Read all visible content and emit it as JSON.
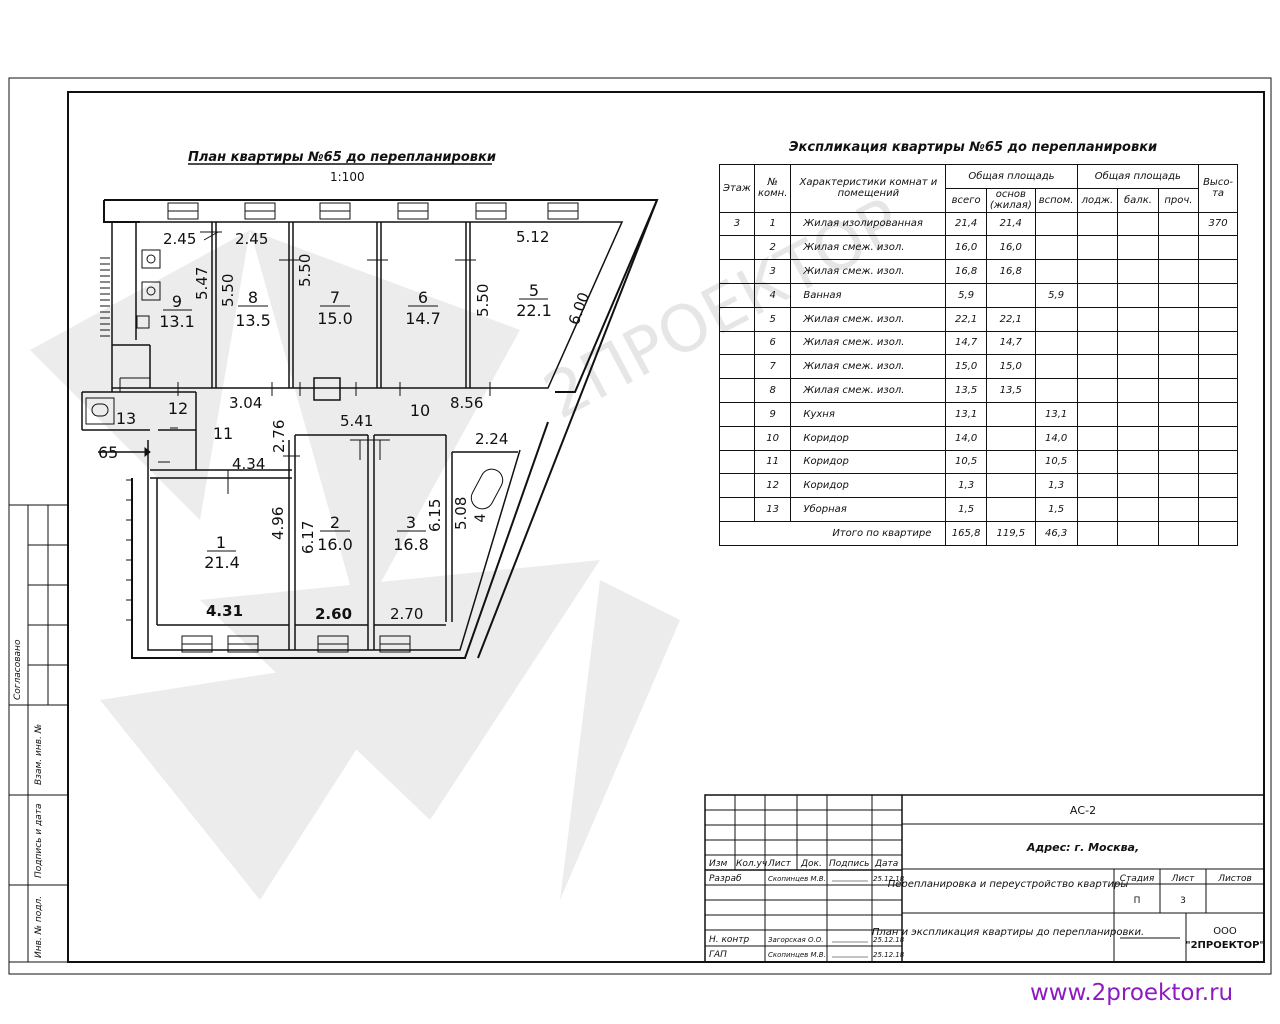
{
  "plan": {
    "title": "План квартиры №65 до перепланировки",
    "scale": "1:100",
    "apartment_number": "65",
    "rooms": [
      {
        "num": "1",
        "area": "21.4"
      },
      {
        "num": "2",
        "area": "16.0"
      },
      {
        "num": "3",
        "area": "16.8"
      },
      {
        "num": "4",
        "area": ""
      },
      {
        "num": "5",
        "area": "22.1"
      },
      {
        "num": "6",
        "area": "14.7"
      },
      {
        "num": "7",
        "area": "15.0"
      },
      {
        "num": "8",
        "area": "13.5"
      },
      {
        "num": "9",
        "area": "13.1"
      },
      {
        "num": "10",
        "area": ""
      },
      {
        "num": "11",
        "area": ""
      },
      {
        "num": "12",
        "area": ""
      },
      {
        "num": "13",
        "area": ""
      }
    ],
    "dimensions": [
      "2.45",
      "2.45",
      "5.12",
      "5.47",
      "5.50",
      "5.50",
      "5.50",
      "6.00",
      "3.04",
      "2.76",
      "5.41",
      "8.56",
      "2.24",
      "4.34",
      "4.96",
      "6.17",
      "6.15",
      "5.08",
      "4.31",
      "2.60",
      "2.70"
    ]
  },
  "explication": {
    "title": "Экспликация квартиры №65 до перепланировки",
    "headers": {
      "floor": "Этаж",
      "room_no": "№ комн.",
      "characteristics": "Характеристики комнат и помещений",
      "total_area": "Общая площадь",
      "total": "всего",
      "main_living": "основ (жилая)",
      "aux": "вспом.",
      "total_area2": "Общая площадь",
      "loggia": "лодж.",
      "balcony": "балк.",
      "other": "проч.",
      "height": "Высо- та"
    },
    "rows": [
      [
        "3",
        "1",
        "Жилая изолированная",
        "21,4",
        "21,4",
        "",
        "",
        "",
        "",
        "370"
      ],
      [
        "",
        "2",
        "Жилая смеж. изол.",
        "16,0",
        "16,0",
        "",
        "",
        "",
        "",
        ""
      ],
      [
        "",
        "3",
        "Жилая смеж. изол.",
        "16,8",
        "16,8",
        "",
        "",
        "",
        "",
        ""
      ],
      [
        "",
        "4",
        "Ванная",
        "5,9",
        "",
        "5,9",
        "",
        "",
        "",
        ""
      ],
      [
        "",
        "5",
        "Жилая смеж. изол.",
        "22,1",
        "22,1",
        "",
        "",
        "",
        "",
        ""
      ],
      [
        "",
        "6",
        "Жилая смеж. изол.",
        "14,7",
        "14,7",
        "",
        "",
        "",
        "",
        ""
      ],
      [
        "",
        "7",
        "Жилая смеж. изол.",
        "15,0",
        "15,0",
        "",
        "",
        "",
        "",
        ""
      ],
      [
        "",
        "8",
        "Жилая смеж. изол.",
        "13,5",
        "13,5",
        "",
        "",
        "",
        "",
        ""
      ],
      [
        "",
        "9",
        "Кухня",
        "13,1",
        "",
        "13,1",
        "",
        "",
        "",
        ""
      ],
      [
        "",
        "10",
        "Коридор",
        "14,0",
        "",
        "14,0",
        "",
        "",
        "",
        ""
      ],
      [
        "",
        "11",
        "Коридор",
        "10,5",
        "",
        "10,5",
        "",
        "",
        "",
        ""
      ],
      [
        "",
        "12",
        "Коридор",
        "1,3",
        "",
        "1,3",
        "",
        "",
        "",
        ""
      ],
      [
        "",
        "13",
        "Уборная",
        "1,5",
        "",
        "1,5",
        "",
        "",
        "",
        ""
      ]
    ],
    "total_label": "Итого по квартире",
    "totals": [
      "165,8",
      "119,5",
      "46,3"
    ]
  },
  "side_stamp": {
    "agreed": "Согласовано",
    "inv_vzam": "Взам. инв. №",
    "sign_date": "Подпись и дата",
    "inv_podl": "Инв. № подл."
  },
  "title_block": {
    "code": "АС-2",
    "address": "Адрес: г. Москва,",
    "project": "Перепланировка и переустройство квартиры",
    "sheet_title": "План и экспликация квартиры до перепланировки.",
    "company_line1": "ООО",
    "company_line2": "\"2ПРОЕКТОР\"",
    "stage_label": "Стадия",
    "sheet_label": "Лист",
    "sheets_label": "Листов",
    "stage": "П",
    "sheet": "3",
    "col_headers": [
      "Изм",
      "Кол.уч",
      "Лист",
      "Док.",
      "Подпись",
      "Дата"
    ],
    "people": [
      {
        "role": "Разраб",
        "name": "Скопинцев М.В.",
        "date": "25.12.18"
      },
      {
        "role": "Н. контр",
        "name": "Загорская О.О.",
        "date": "25.12.18"
      },
      {
        "role": "ГАП",
        "name": "Скопинцев М.В.",
        "date": "25.12.18"
      }
    ]
  },
  "watermark": "2ПРОЕКТОР",
  "website": "www.2proektor.ru"
}
